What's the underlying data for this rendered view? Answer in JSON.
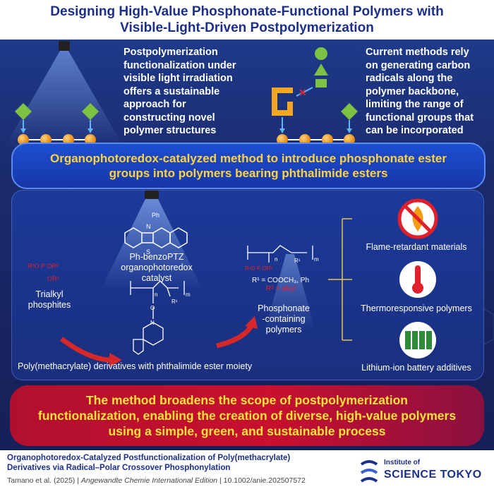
{
  "title": {
    "line1": "Designing High-Value Phosphonate-Functional Polymers with",
    "line2": "Visible-Light-Driven Postpolymerization"
  },
  "top_left_text": [
    "Postpolymerization",
    "functionalization under",
    "visible light irradiation",
    "offers a sustainable",
    "approach for",
    "constructing novel",
    "polymer structures"
  ],
  "top_right_text": [
    "Current methods rely",
    "on generating carbon",
    "radicals along the",
    "polymer backbone,",
    "limiting the range of",
    "functional groups that",
    "can be incorporated"
  ],
  "banner1": {
    "line1": "Organophotoredox-catalyzed method to introduce phosphonate ester",
    "line2": "groups into polymers bearing phthalimide esters"
  },
  "catalyst": {
    "ph_label": "Ph",
    "s_label": "S",
    "n_label": "N",
    "name": "Ph-benzoPTZ",
    "role": "organophotoredox catalyst"
  },
  "phosphite": {
    "formula_r2o_left": "R²O",
    "formula_p": "P",
    "formula_or2_right": "OR²",
    "formula_or2_bottom": "OR²",
    "name_line1": "Trialkyl",
    "name_line2": "phosphites"
  },
  "precursor": {
    "label": "Poly(methacrylate) derivatives with phthalimide ester moiety",
    "n_sub": "n",
    "m_sub": "m",
    "r1": "R¹",
    "o": "O",
    "n_atom": "N"
  },
  "product": {
    "r1_line": "R¹ = COOCH₃, Ph",
    "r2_line": "R² = alkyl",
    "p_atom": "P",
    "r2o_left": "R²O",
    "or2_right": "OR²",
    "name_line1": "Phosphonate",
    "name_line2": "-containing polymers",
    "n_sub": "n",
    "m_sub": "m",
    "r1": "R¹"
  },
  "applications": [
    {
      "label": "Flame-retardant materials",
      "icon": "no-fire-icon"
    },
    {
      "label": "Thermoresponsive polymers",
      "icon": "thermometer-icon"
    },
    {
      "label": "Lithium-ion battery additives",
      "icon": "battery-icon"
    }
  ],
  "banner2": {
    "line1": "The method broadens the scope of postpolymerization",
    "line2": "functionalization, enabling the creation of diverse, high-value polymers",
    "line3": "using a simple, green, and sustainable process"
  },
  "footer": {
    "ref_line1": "Organophotoredox-Catalyzed Postfunctionalization of Poly(methacrylate)",
    "ref_line2": "Derivatives via Radical–Polar Crossover Phosphonylation",
    "authors": "Tamano et al. (2025) | ",
    "journal": "Angewandte Chemie International Edition",
    "doi": " | 10.1002/anie.202507572",
    "logo_small": "Institute of",
    "logo_big": "SCIENCE TOKYO"
  },
  "colors": {
    "title": "#1c2f8a",
    "banner_text": "#ffd23f",
    "accent_green": "#7dc242",
    "accent_orange": "#f39c12",
    "red": "#e0202a",
    "arrow_red": "#d62828"
  }
}
